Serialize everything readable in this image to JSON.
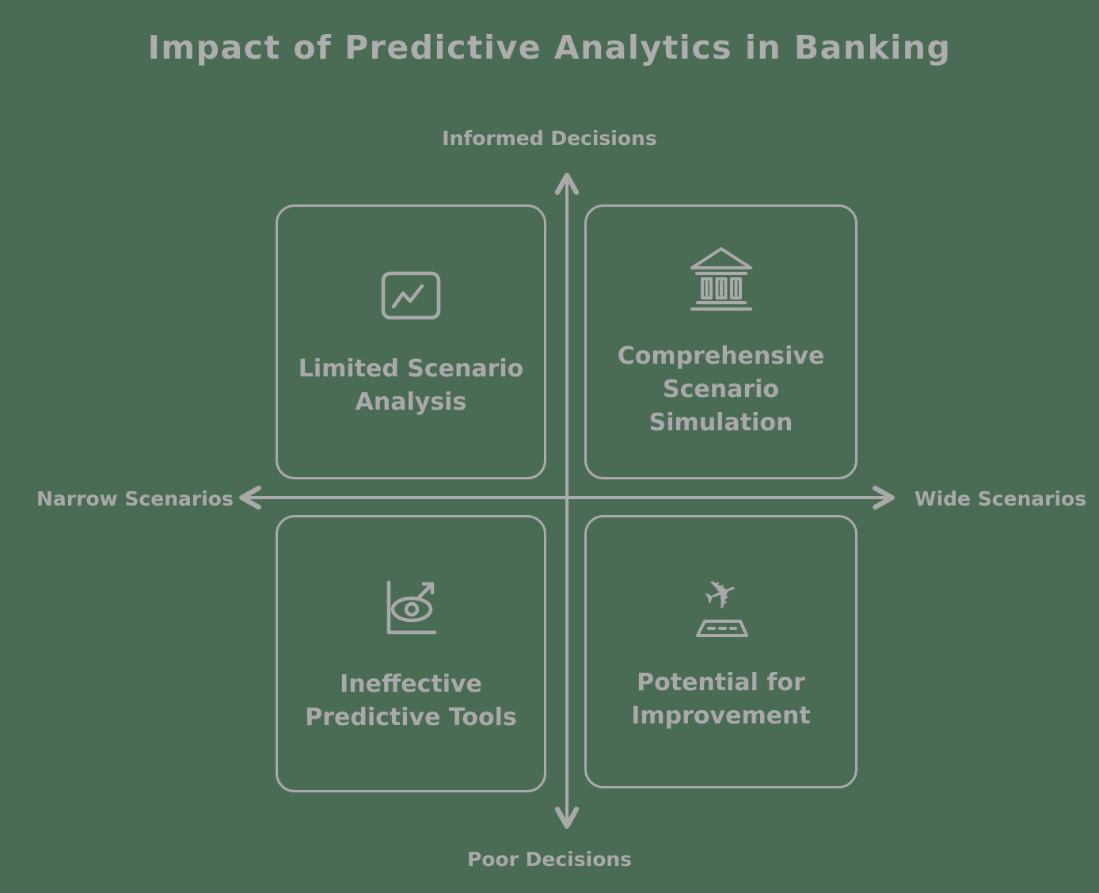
{
  "title": "Impact of Predictive Analytics in Banking",
  "axes": {
    "top_label": "Informed Decisions",
    "bottom_label": "Poor Decisions",
    "left_label": "Narrow Scenarios",
    "right_label": "Wide Scenarios"
  },
  "quadrants": [
    {
      "position": "top-left",
      "icon": "line-chart-icon",
      "label": "Limited Scenario Analysis"
    },
    {
      "position": "top-right",
      "icon": "bank-icon",
      "label": "Comprehensive Scenario Simulation"
    },
    {
      "position": "bottom-left",
      "icon": "eye-insight-icon",
      "label": "Ineffective Predictive Tools"
    },
    {
      "position": "bottom-right",
      "icon": "airplane-takeoff-icon",
      "label": "Potential for Improvement"
    }
  ],
  "colors": {
    "background": "#4a6c54",
    "foreground": "#a9a9a9"
  }
}
